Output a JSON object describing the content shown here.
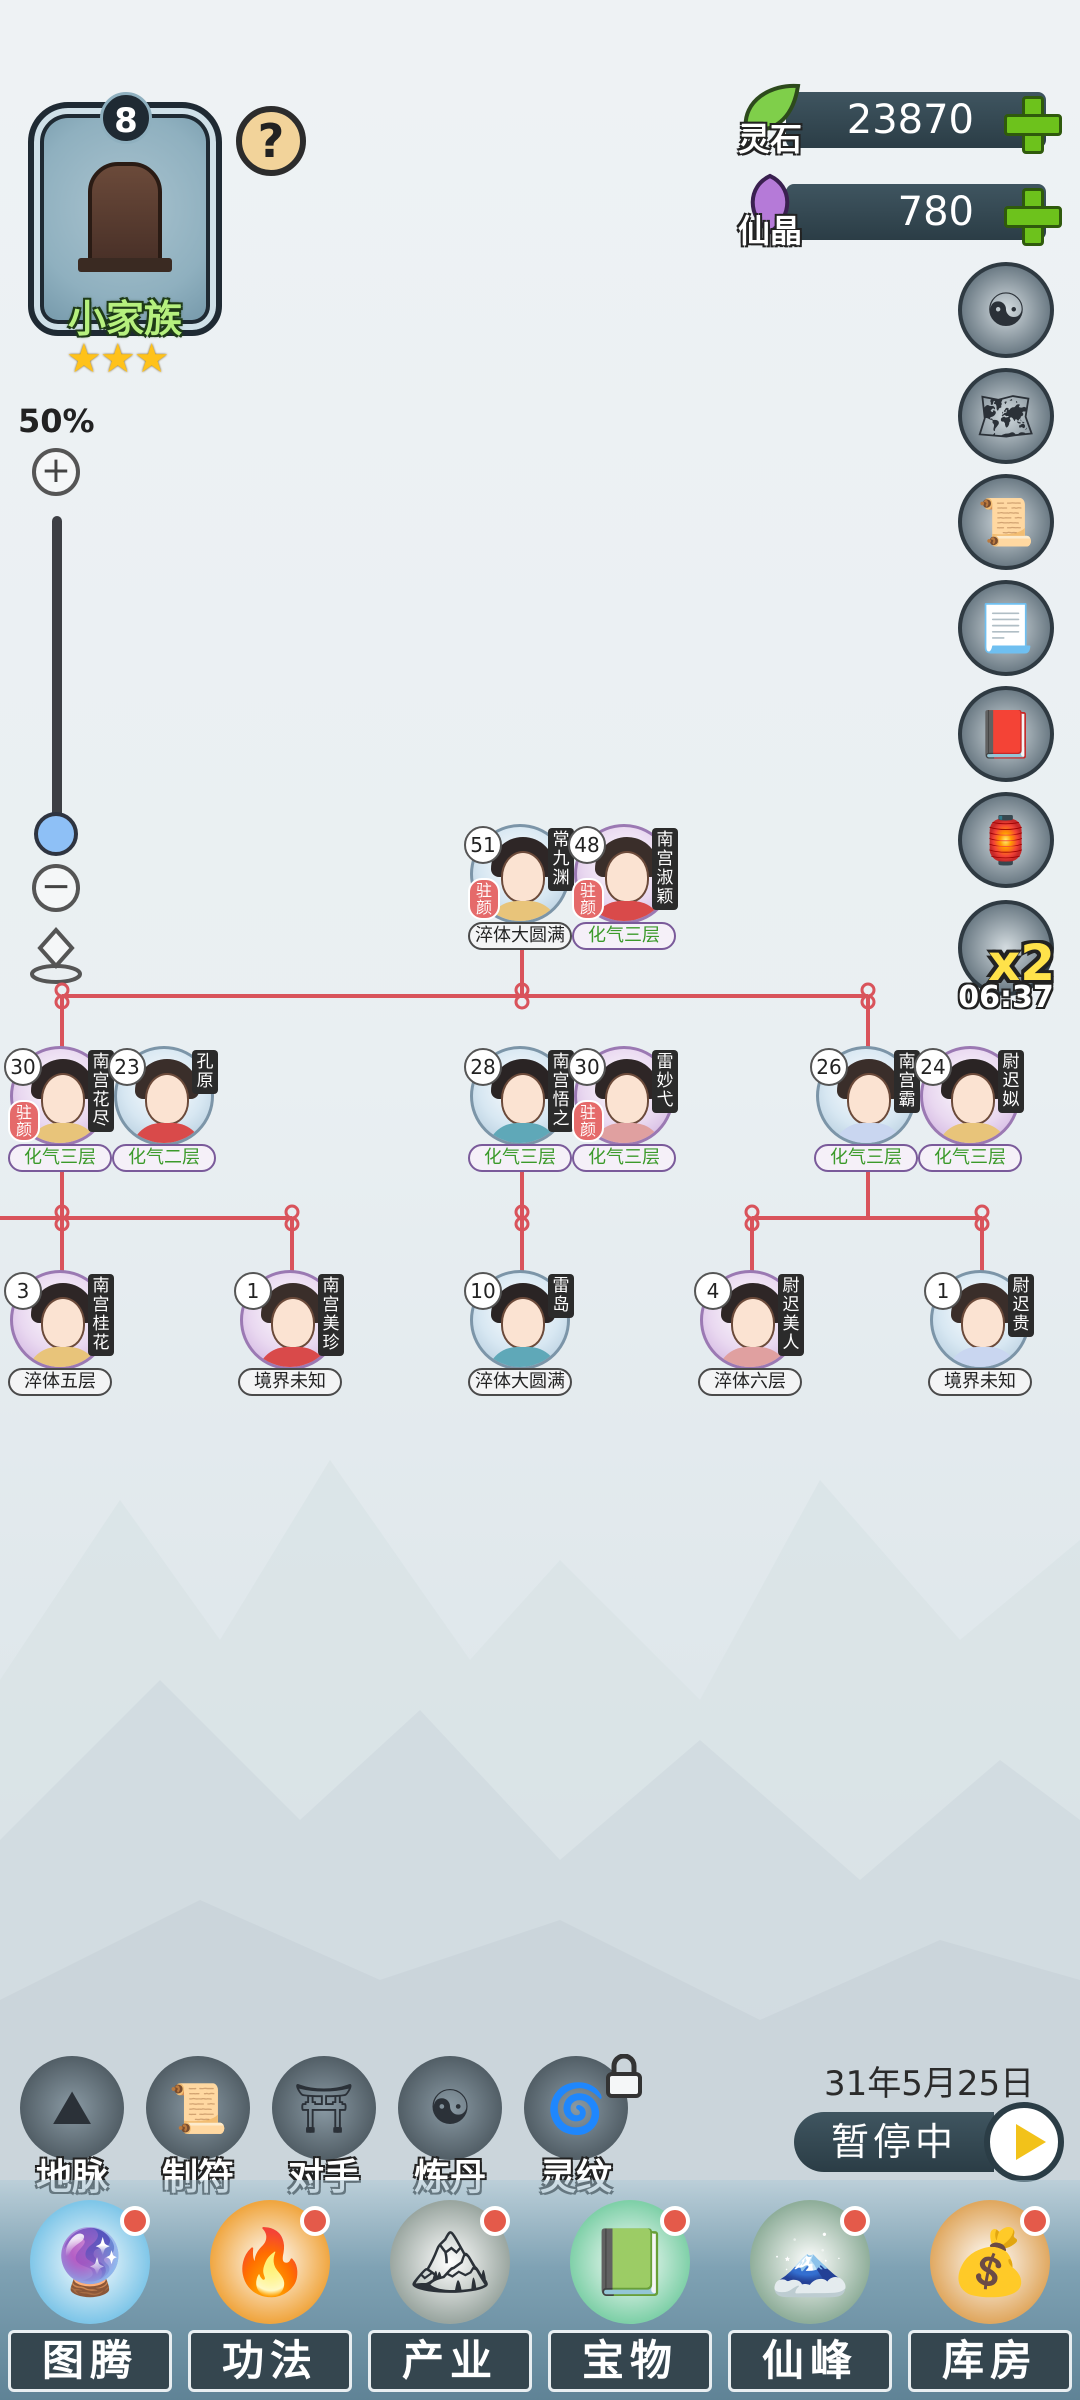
{
  "clan": {
    "level": "8",
    "name": "小家族",
    "stars": "★★★"
  },
  "help": {
    "label": "?"
  },
  "zoom": {
    "percent": "50%",
    "plus": "+",
    "minus": "−",
    "level": 0.5
  },
  "resources": [
    {
      "label": "灵石",
      "value": "23870",
      "icon": "green-leaf-stone-icon"
    },
    {
      "label": "仙晶",
      "value": "780",
      "icon": "purple-crystal-icon"
    }
  ],
  "side_menu": [
    {
      "name": "settings-taiji-icon",
      "glyph": "☯"
    },
    {
      "name": "map-scroll-icon",
      "glyph": "🗺"
    },
    {
      "name": "document-icon",
      "glyph": "📜"
    },
    {
      "name": "scroll-icon",
      "glyph": "📃"
    },
    {
      "name": "book-icon",
      "glyph": "📕"
    },
    {
      "name": "plaque-icon",
      "glyph": "🏮"
    }
  ],
  "speed": {
    "label": "x2",
    "timer": "06:37"
  },
  "tree": {
    "gen1": [
      {
        "level": "51",
        "name": "常九渊",
        "badge": "驻颜",
        "realm": "淬体大圆满",
        "realm_green": false,
        "female": false
      },
      {
        "level": "48",
        "name": "南宫淑颖",
        "badge": "驻颜",
        "realm": "化气三层",
        "realm_green": true,
        "female": true
      }
    ],
    "gen2": [
      {
        "level": "30",
        "name": "南宫花尽",
        "badge": "驻颜",
        "realm": "化气三层",
        "realm_green": true,
        "female": true
      },
      {
        "level": "23",
        "name": "孔原",
        "badge": "",
        "realm": "化气二层",
        "realm_green": true,
        "female": false
      },
      {
        "level": "28",
        "name": "南宫悟之",
        "badge": "",
        "realm": "化气三层",
        "realm_green": true,
        "female": false
      },
      {
        "level": "30",
        "name": "雷妙弋",
        "badge": "驻颜",
        "realm": "化气三层",
        "realm_green": true,
        "female": true
      },
      {
        "level": "26",
        "name": "南宫霸",
        "badge": "",
        "realm": "化气三层",
        "realm_green": true,
        "female": false
      },
      {
        "level": "24",
        "name": "尉迟姒",
        "badge": "",
        "realm": "化气三层",
        "realm_green": true,
        "female": true
      }
    ],
    "gen3": [
      {
        "level": "3",
        "name": "南宫桂花",
        "badge": "",
        "realm": "淬体五层",
        "realm_green": false,
        "female": true
      },
      {
        "level": "1",
        "name": "南宫美珍",
        "badge": "",
        "realm": "境界未知",
        "realm_green": false,
        "female": true
      },
      {
        "level": "10",
        "name": "雷岛",
        "badge": "",
        "realm": "淬体大圆满",
        "realm_green": false,
        "female": false
      },
      {
        "level": "4",
        "name": "尉迟美人",
        "badge": "",
        "realm": "淬体六层",
        "realm_green": false,
        "female": true
      },
      {
        "level": "1",
        "name": "尉迟贵",
        "badge": "",
        "realm": "境界未知",
        "realm_green": false,
        "female": false
      }
    ]
  },
  "date": "31年5月25日",
  "pause": {
    "label": "暂停中"
  },
  "features": [
    {
      "label": "地脉",
      "glyph": "⛰",
      "locked": false
    },
    {
      "label": "制符",
      "glyph": "📜",
      "locked": false
    },
    {
      "label": "对手",
      "glyph": "⛩",
      "locked": false
    },
    {
      "label": "炼丹",
      "glyph": "☯",
      "locked": false
    },
    {
      "label": "灵纹",
      "glyph": "🌀",
      "locked": true
    }
  ],
  "nav": [
    {
      "label": "图腾",
      "glyph": "🔮"
    },
    {
      "label": "功法",
      "glyph": "🔥"
    },
    {
      "label": "产业",
      "glyph": "🏔"
    },
    {
      "label": "宝物",
      "glyph": "📗"
    },
    {
      "label": "仙峰",
      "glyph": "🗻"
    },
    {
      "label": "库房",
      "glyph": "💰"
    }
  ]
}
